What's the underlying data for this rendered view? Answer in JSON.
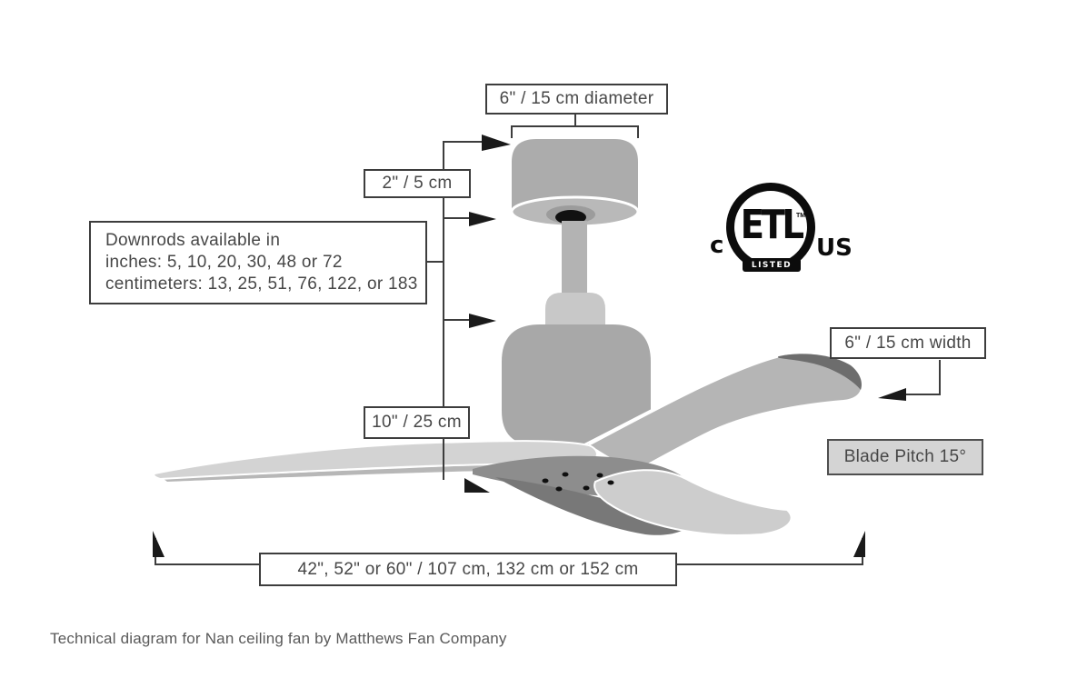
{
  "page": {
    "caption": "Technical diagram for Nan ceiling fan by Matthews Fan Company"
  },
  "labels": {
    "canopy_diameter": "6\" / 15 cm diameter",
    "canopy_height": "2\" / 5 cm",
    "downrods_line1": "Downrods available in",
    "downrods_line2": "inches: 5, 10, 20, 30, 48 or 72",
    "downrods_line3": "centimeters: 13, 25, 51, 76, 122, or 183",
    "blade_width": "6\" / 15 cm width",
    "motor_height": "10\" / 25 cm",
    "blade_pitch": "Blade Pitch 15°",
    "blade_span": "42\", 52\" or 60\" / 107 cm, 132 cm or 152 cm"
  },
  "certification": {
    "mark": "ETL",
    "tm": "TM",
    "left": "c",
    "right": "US",
    "banner": "LISTED"
  },
  "colors": {
    "line": "#3d3d3d",
    "label_text": "#474747",
    "pitch_box_fill": "#d4d4d4",
    "canopy": "#acacac",
    "downrod": "#b3b3b3",
    "motor": "#a8a8a8",
    "blade_light": "#d3d3d3",
    "blade_mid": "#b5b5b5",
    "blade_pale": "#cdcdcd",
    "hub_dark": "#8d8d8d",
    "underside_dark": "#787878",
    "tip_band": "#6d6d6d",
    "certification_black": "#0c0c0c",
    "caption_text": "#595959"
  }
}
